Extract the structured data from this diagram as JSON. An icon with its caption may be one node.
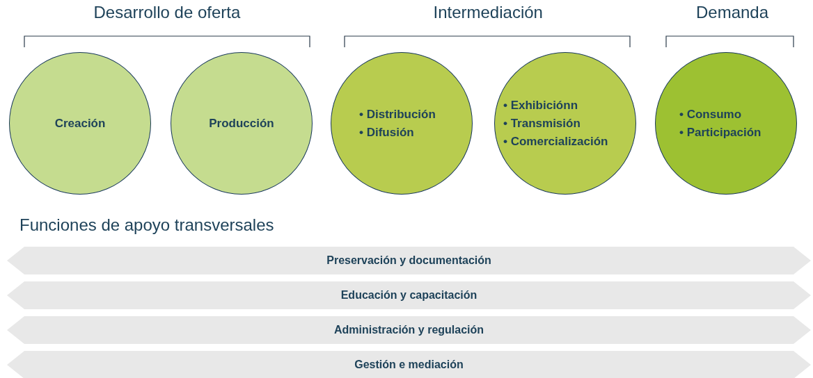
{
  "diagram": {
    "nodes": [
      {
        "text": [
          "Creación"
        ]
      },
      {
        "text": [
          "Producción"
        ]
      },
      {
        "text": [
          "• Distribución",
          "• Difusión"
        ]
      },
      {
        "text": [
          "• Exhibiciónn",
          "• Transmisión",
          "• Comercialización"
        ]
      },
      {
        "text": [
          "• Consumo",
          "• Participación"
        ]
      },
      {
        "text": [
          "Preservación y documentación"
        ]
      },
      {
        "text": [
          "Educación y capacitación"
        ]
      },
      {
        "text": [
          "Administración y regulación"
        ]
      },
      {
        "text": [
          "Gestión e mediación"
        ]
      }
    ],
    "edges": [],
    "labels": [
      "Desarrollo de oferta",
      "Intermediación",
      "Demanda",
      "Funciones de apoyo transversales"
    ]
  }
}
